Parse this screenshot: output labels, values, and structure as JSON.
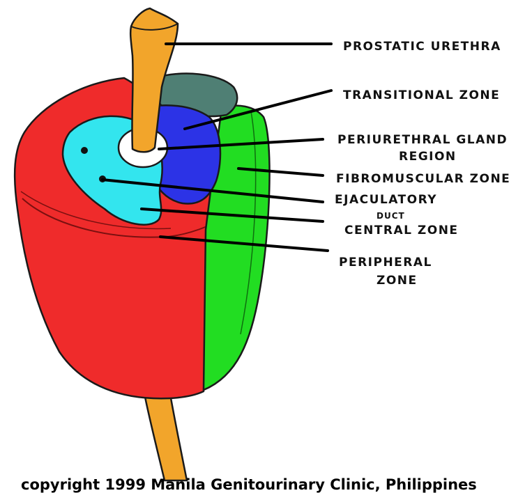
{
  "labels": {
    "prostatic_urethra": "PROSTATIC URETHRA",
    "transitional_zone": "TRANSITIONAL ZONE",
    "periurethral_line1": "PERIURETHRAL GLAND",
    "periurethral_line2": "REGION",
    "fibromuscular_zone": "FIBROMUSCULAR ZONE",
    "ejaculatory_line1": "EJACULATORY",
    "ejaculatory_line2": "DUCT",
    "central_zone": "CENTRAL ZONE",
    "peripheral_line1": "PERIPHERAL",
    "peripheral_line2": "ZONE"
  },
  "copyright": "copyright 1999 Manila Genitourinary Clinic, Philippines",
  "colors": {
    "urethra": "#f2a52b",
    "transitional_zone": "#2c33e6",
    "periurethral": "#ffffff",
    "fibromuscular_zone": "#22dd22",
    "central_zone": "#33e5ee",
    "peripheral_zone": "#ef2b2b",
    "dark_top": "#4f7f74"
  }
}
